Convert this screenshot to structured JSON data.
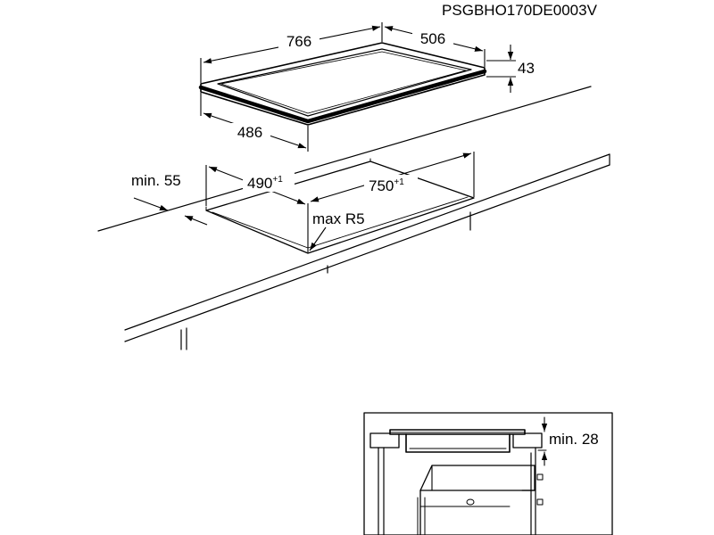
{
  "document_id": "PSGBHO170DE0003V",
  "hob": {
    "width": "766",
    "depth": "506",
    "height": "43",
    "depth_inner": "486"
  },
  "cutout": {
    "depth": "490",
    "depth_tolerance": "+1",
    "width": "750",
    "width_tolerance": "+1",
    "corner_radius": "max R5",
    "edge_distance": "min. 55"
  },
  "detail": {
    "clearance": "min. 28"
  },
  "colors": {
    "line": "#000000",
    "background": "#ffffff"
  }
}
